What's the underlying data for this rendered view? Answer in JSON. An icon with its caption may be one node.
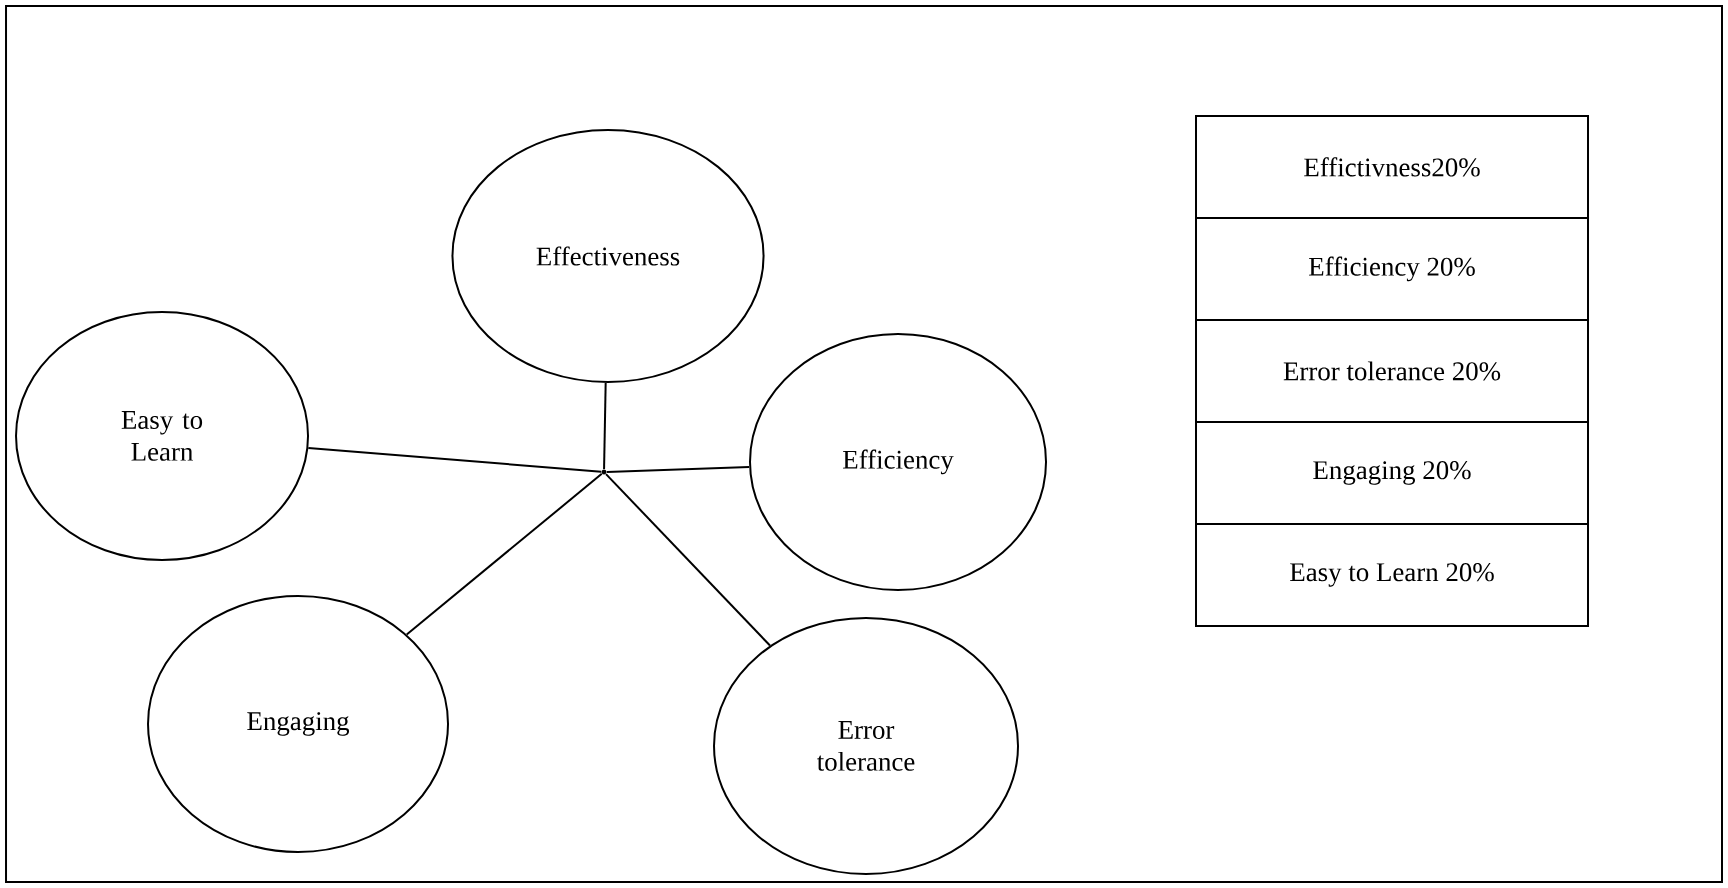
{
  "diagram": {
    "nodes": [
      {
        "text": [
          "Effectiveness"
        ]
      },
      {
        "text": [
          "Easy to Learn"
        ]
      },
      {
        "text": [
          "Efficiency"
        ]
      },
      {
        "text": [
          "Engaging"
        ]
      },
      {
        "text": [
          "Error tolerance"
        ]
      },
      {
        "text": [],
        "shape": "point"
      }
    ],
    "edges": [
      {
        "from": 5,
        "to": 0,
        "arrow": "none"
      },
      {
        "from": 5,
        "to": 1,
        "arrow": "none"
      },
      {
        "from": 5,
        "to": 2,
        "arrow": "none"
      },
      {
        "from": 5,
        "to": 3,
        "arrow": "none"
      },
      {
        "from": 5,
        "to": 4,
        "arrow": "none"
      }
    ],
    "labels": [
      "Effictivness20%",
      "Efficiency 20%",
      "Error tolerance 20%",
      "Engaging 20%",
      "Easy to Learn 20%"
    ]
  }
}
